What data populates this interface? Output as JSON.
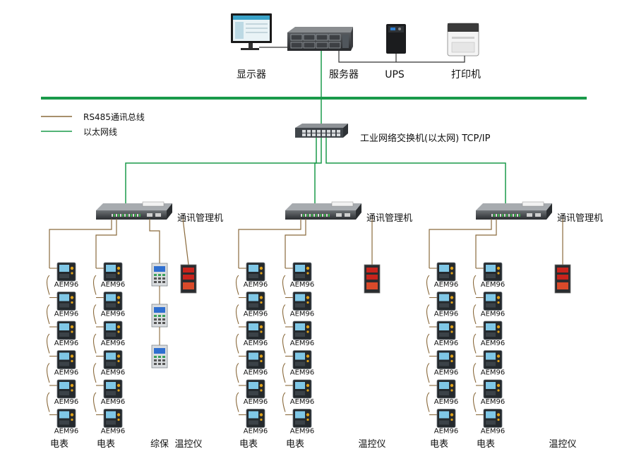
{
  "top_devices": {
    "monitor_label": "显示器",
    "server_label": "服务器",
    "ups_label": "UPS",
    "printer_label": "打印机"
  },
  "legend": {
    "rs485_label": "RS485通讯总线",
    "ethernet_label": "以太网线",
    "rs485_color": "#8a6a3c",
    "ethernet_color": "#1a9a4a"
  },
  "switch": {
    "label": "工业网络交换机(以太网) TCP/IP"
  },
  "gateway_label": "通讯管理机",
  "meter_model": "AEM96",
  "groups": [
    {
      "columns": [
        {
          "kind": "meter",
          "count": 6,
          "caption": "电表"
        },
        {
          "kind": "meter",
          "count": 6,
          "caption": "电表"
        },
        {
          "kind": "protection",
          "count": 3,
          "caption": "综保"
        },
        {
          "kind": "temp",
          "count": 1,
          "caption": "温控仪"
        }
      ]
    },
    {
      "columns": [
        {
          "kind": "meter",
          "count": 6,
          "caption": "电表"
        },
        {
          "kind": "meter",
          "count": 6,
          "caption": "电表"
        },
        {
          "kind": "temp",
          "count": 1,
          "caption": "温控仪"
        }
      ]
    },
    {
      "columns": [
        {
          "kind": "meter",
          "count": 6,
          "caption": "电表"
        },
        {
          "kind": "meter",
          "count": 6,
          "caption": "电表"
        },
        {
          "kind": "temp",
          "count": 1,
          "caption": "温控仪"
        }
      ]
    }
  ]
}
